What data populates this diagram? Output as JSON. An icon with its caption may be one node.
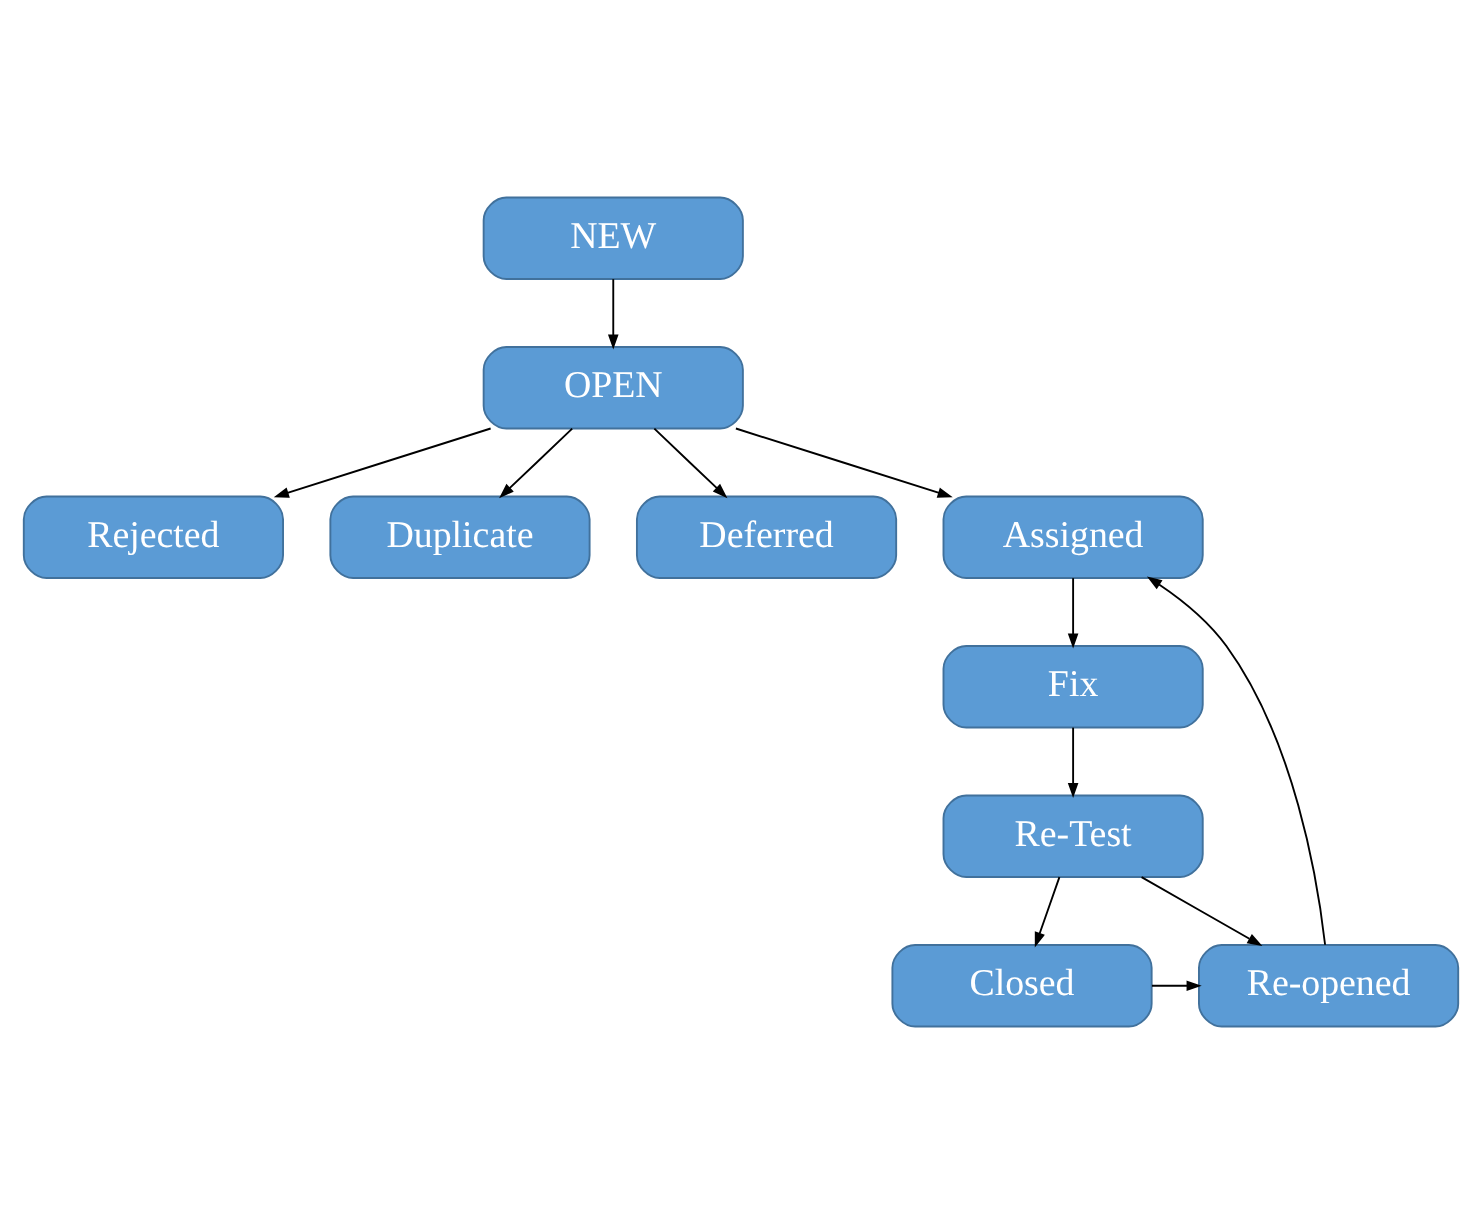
{
  "diagram": {
    "nodes": [
      {
        "text": [
          "NEW"
        ]
      },
      {
        "text": [
          "OPEN"
        ]
      },
      {
        "text": [
          "Rejected"
        ]
      },
      {
        "text": [
          "Duplicate"
        ]
      },
      {
        "text": [
          "Deferred"
        ]
      },
      {
        "text": [
          "Assigned"
        ]
      },
      {
        "text": [
          "Fix"
        ]
      },
      {
        "text": [
          "Re-Test"
        ]
      },
      {
        "text": [
          "Closed"
        ]
      },
      {
        "text": [
          "Re-opened"
        ]
      }
    ],
    "edges": [
      {
        "from": 0,
        "to": 1,
        "arrow": "to"
      },
      {
        "from": 1,
        "to": 2,
        "arrow": "to"
      },
      {
        "from": 1,
        "to": 3,
        "arrow": "to"
      },
      {
        "from": 1,
        "to": 4,
        "arrow": "to"
      },
      {
        "from": 1,
        "to": 5,
        "arrow": "to"
      },
      {
        "from": 5,
        "to": 6,
        "arrow": "to"
      },
      {
        "from": 6,
        "to": 7,
        "arrow": "to"
      },
      {
        "from": 7,
        "to": 8,
        "arrow": "to"
      },
      {
        "from": 7,
        "to": 9,
        "arrow": "to"
      },
      {
        "from": 8,
        "to": 9,
        "arrow": "to"
      },
      {
        "from": 9,
        "to": 5,
        "arrow": "to"
      }
    ]
  }
}
